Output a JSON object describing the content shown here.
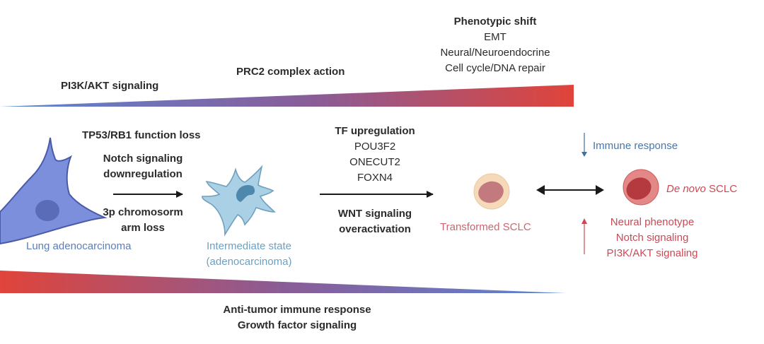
{
  "top_gradient": {
    "labels": [
      "PI3K/AKT signaling",
      "PRC2 complex action"
    ],
    "phenotypic_shift": {
      "title": "Phenotypic shift",
      "items": [
        "EMT",
        "Neural/Neuroendocrine",
        "Cell cycle/DNA repair"
      ]
    },
    "colors": {
      "start": "#5b86d6",
      "mid": "#8a5c96",
      "end": "#e0443a"
    }
  },
  "bottom_gradient": {
    "labels": [
      "Anti-tumor immune response",
      "Growth factor signaling"
    ],
    "colors": {
      "start": "#e0443a",
      "mid": "#8a5c96",
      "end": "#5b86d6"
    }
  },
  "step1": {
    "top_label": "TP53/RB1 function loss",
    "above_arrow": [
      "Notch signaling",
      "downregulation"
    ],
    "below_arrow": [
      "3p chromosorm",
      "arm loss"
    ]
  },
  "step2": {
    "title": "TF upregulation",
    "genes": [
      "POU3F2",
      "ONECUT2",
      "FOXN4"
    ],
    "below_arrow": [
      "WNT signaling",
      "overactivation"
    ]
  },
  "cells": {
    "lung_adeno": {
      "label": "Lung adenocarcinoma",
      "color": "#7b8fdc",
      "nucleus": "#5a6cb8"
    },
    "intermediate": {
      "label_line1": "Intermediate state",
      "label_line2": "(adenocarcinoma)",
      "color": "#a9d0e4",
      "nucleus": "#4f88ad"
    },
    "transformed": {
      "label": "Transformed SCLC",
      "outer": "#f5d9b9",
      "inner": "#c27a7e"
    },
    "de_novo": {
      "label_italic": "De novo",
      "label_rest": " SCLC",
      "outer": "#e48787",
      "inner": "#b43a3f"
    }
  },
  "immune": {
    "label": "Immune response",
    "arrow_direction": "down"
  },
  "de_novo_factors": {
    "arrow_direction": "up",
    "items": [
      "Neural phenotype",
      "Notch signaling",
      "PI3K/AKT signaling"
    ]
  }
}
